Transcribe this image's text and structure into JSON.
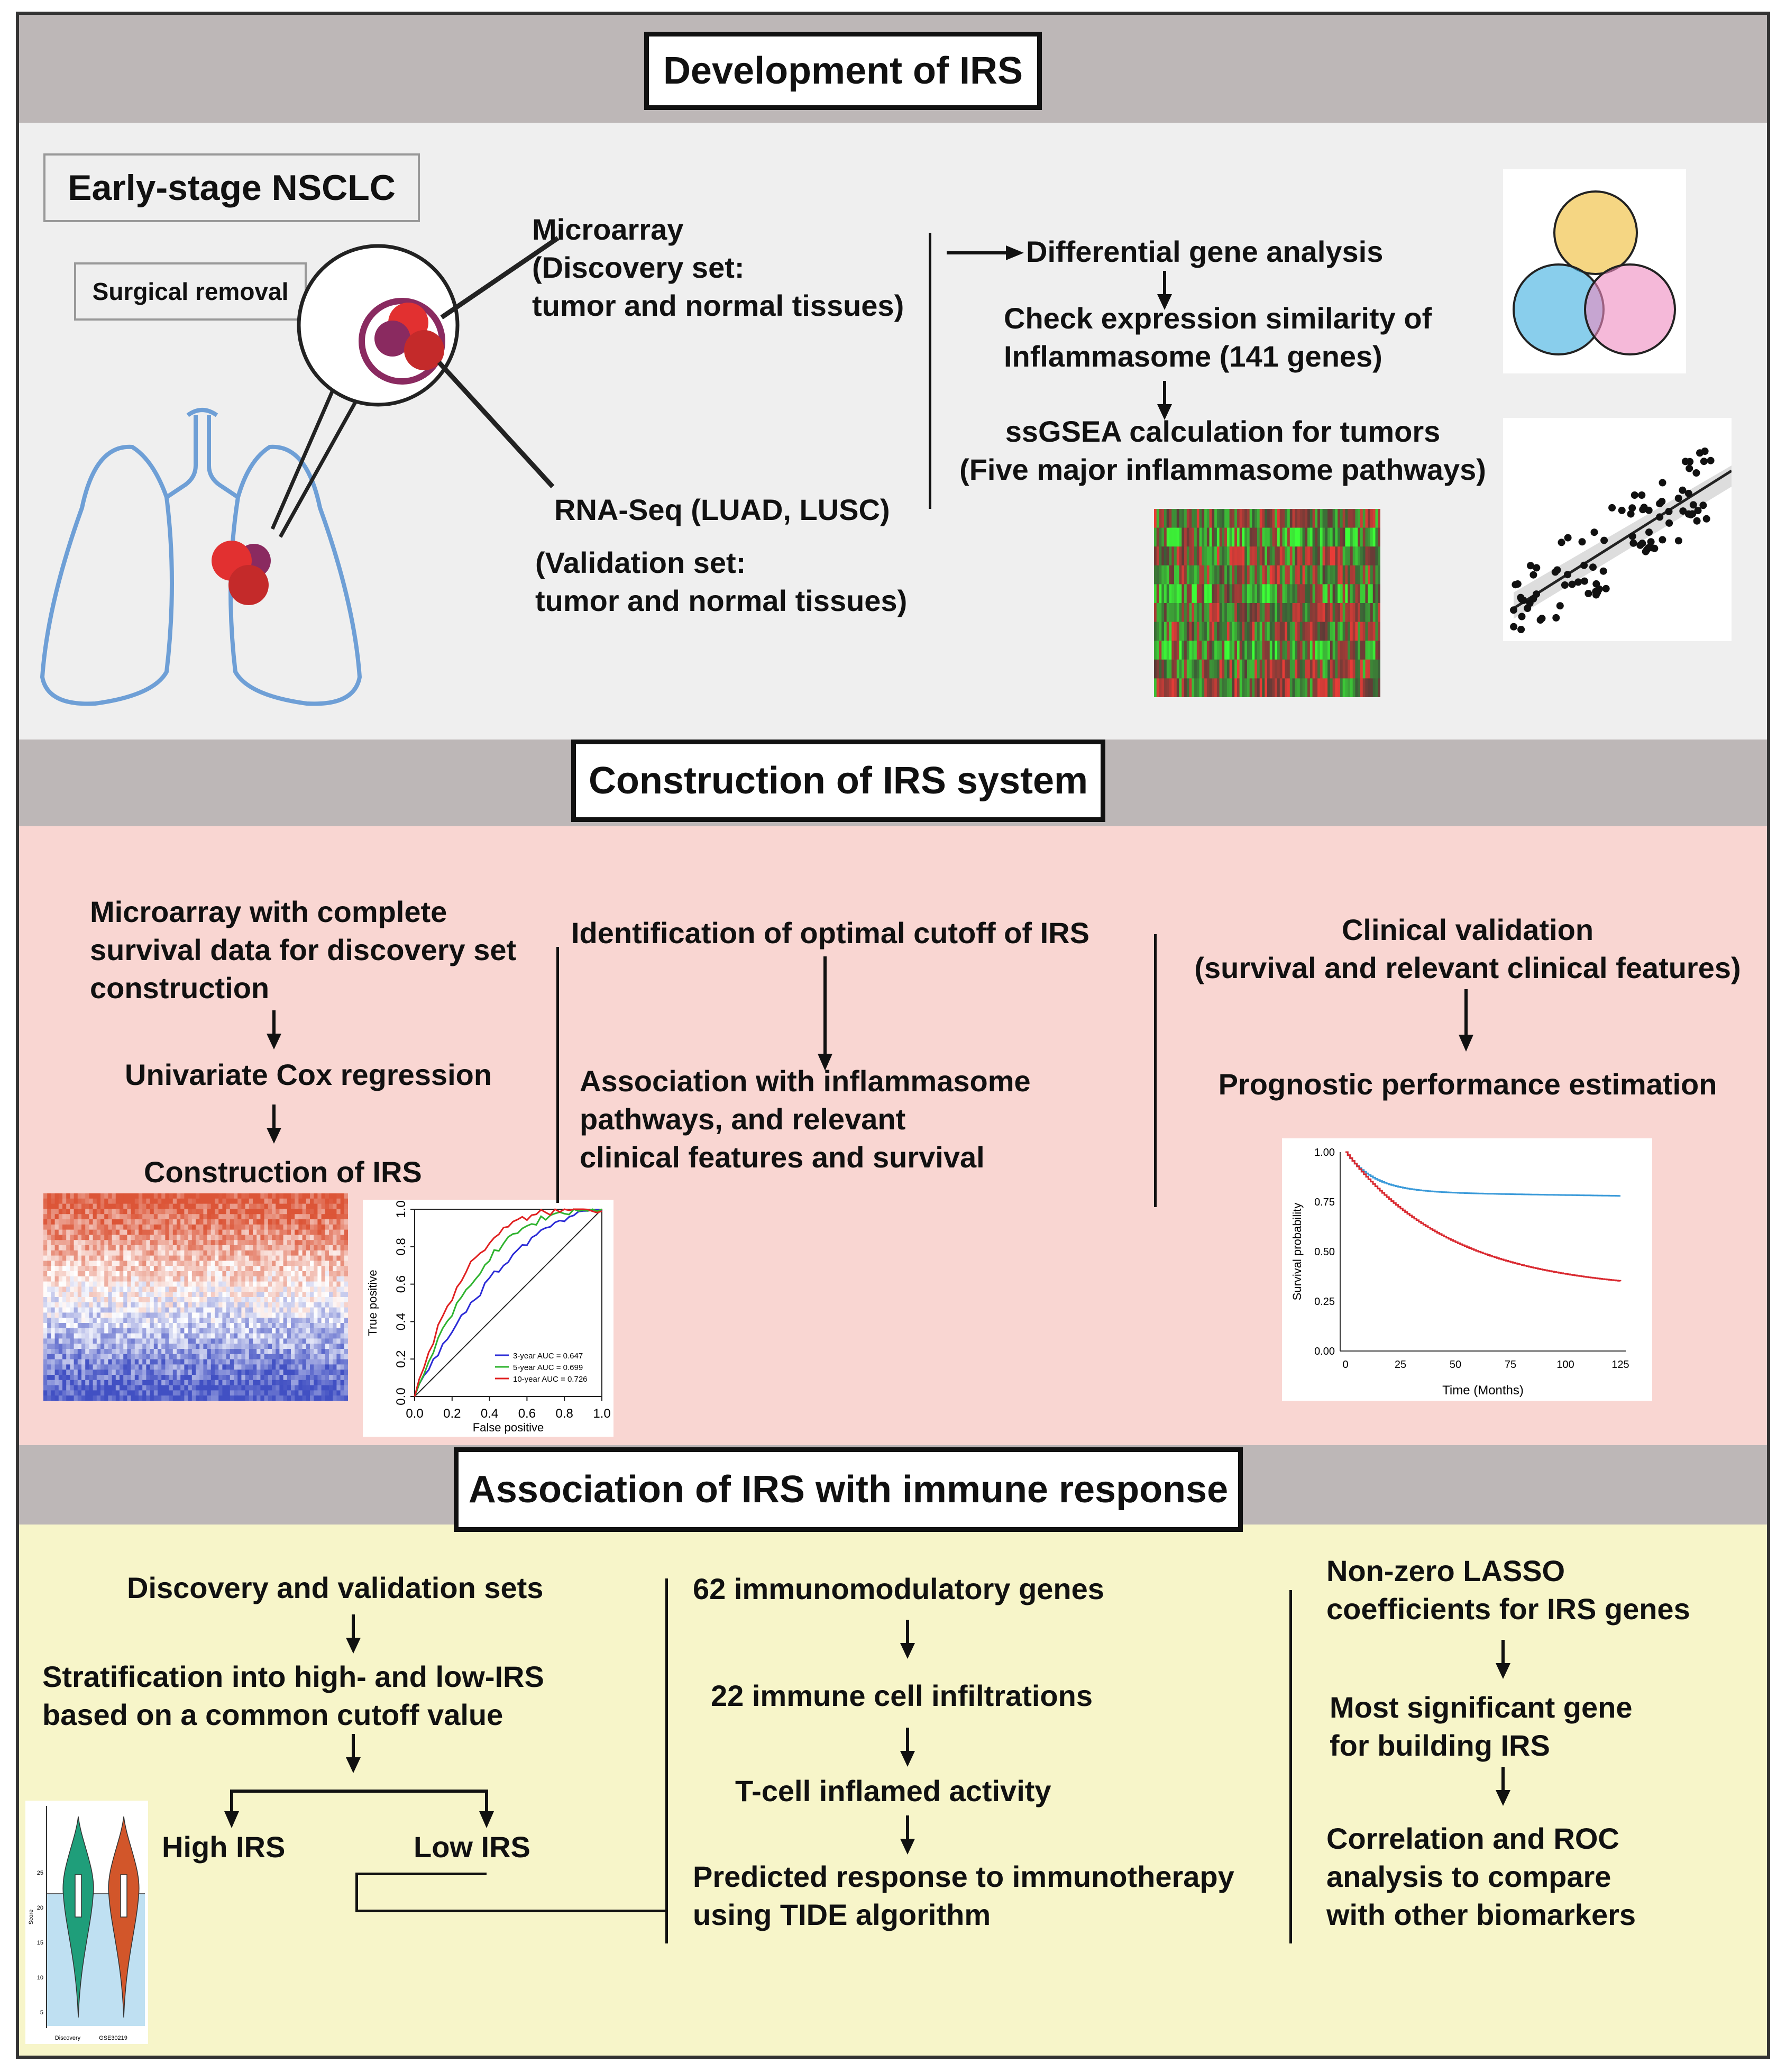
{
  "sections": {
    "development": {
      "title": "Development of IRS",
      "early_stage": "Early-stage NSCLC",
      "surgical": "Surgical removal",
      "microarray": "Microarray\n(Discovery set:\ntumor and normal tissues)",
      "rnaseq": "RNA-Seq (LUAD, LUSC)",
      "validation": "(Validation set:\ntumor and normal tissues)",
      "step1": "Differential gene analysis",
      "step2": "Check expression similarity of\nInflammasome (141 genes)",
      "step3": "ssGSEA calculation for tumors\n(Five major inflammasome pathways)"
    },
    "construction": {
      "title": "Construction of IRS system",
      "col1_a": "Microarray with complete\nsurvival data for discovery set\nconstruction",
      "col1_b": "Univariate Cox regression",
      "col1_c": "Construction of IRS",
      "col2_a": "Identification of optimal cutoff of IRS",
      "col2_b": "Association with inflammasome\npathways, and relevant\nclinical features and survival",
      "col3_a": "Clinical validation\n(survival and relevant clinical features)",
      "col3_b": "Prognostic performance estimation"
    },
    "immune": {
      "title": "Association of IRS with immune response",
      "col1_a": "Discovery and validation sets",
      "col1_b": "Stratification into high- and low-IRS\nbased on a common cutoff value",
      "high": "High IRS",
      "low": "Low IRS",
      "col2_a": "62 immunomodulatory genes",
      "col2_b": "22 immune cell infiltrations",
      "col2_c": "T-cell inflamed activity",
      "col2_d": "Predicted response to immunotherapy\nusing TIDE algorithm",
      "col3_a": "Non-zero LASSO\ncoefficients for IRS genes",
      "col3_b": "Most significant gene\nfor building IRS",
      "col3_c": "Correlation and ROC\nanalysis to compare\nwith other biomarkers"
    }
  },
  "roc": {
    "xlabel": "False positive",
    "ylabel": "True positive",
    "xticks": [
      "0.0",
      "0.2",
      "0.4",
      "0.6",
      "0.8",
      "1.0"
    ],
    "yticks": [
      "0.0",
      "0.2",
      "0.4",
      "0.6",
      "0.8",
      "1.0"
    ],
    "legend": [
      "3-year AUC = 0.647",
      "5-year AUC = 0.699",
      "10-year AUC = 0.726"
    ],
    "colors": [
      "#2b2bd6",
      "#2fb32f",
      "#e02020"
    ]
  },
  "km": {
    "xlabel": "Time (Months)",
    "ylabel": "Survival probability",
    "xticks": [
      "0",
      "25",
      "50",
      "75",
      "100",
      "125"
    ],
    "yticks": [
      "0.00",
      "0.25",
      "0.50",
      "0.75",
      "1.00"
    ],
    "colors": [
      "#3a9ad9",
      "#d9282f"
    ]
  },
  "violin": {
    "ylabel": "Score",
    "yticks": [
      "5",
      "10",
      "15",
      "20",
      "25"
    ],
    "categories": [
      "Discovery",
      "GSE30219"
    ],
    "colors": [
      "#1f9e7a",
      "#d2562a"
    ]
  },
  "colors": {
    "band_head": "#bdb7b7",
    "band1": "#efefef",
    "band2": "#f9d6d2",
    "band3": "#f7f5c9"
  }
}
